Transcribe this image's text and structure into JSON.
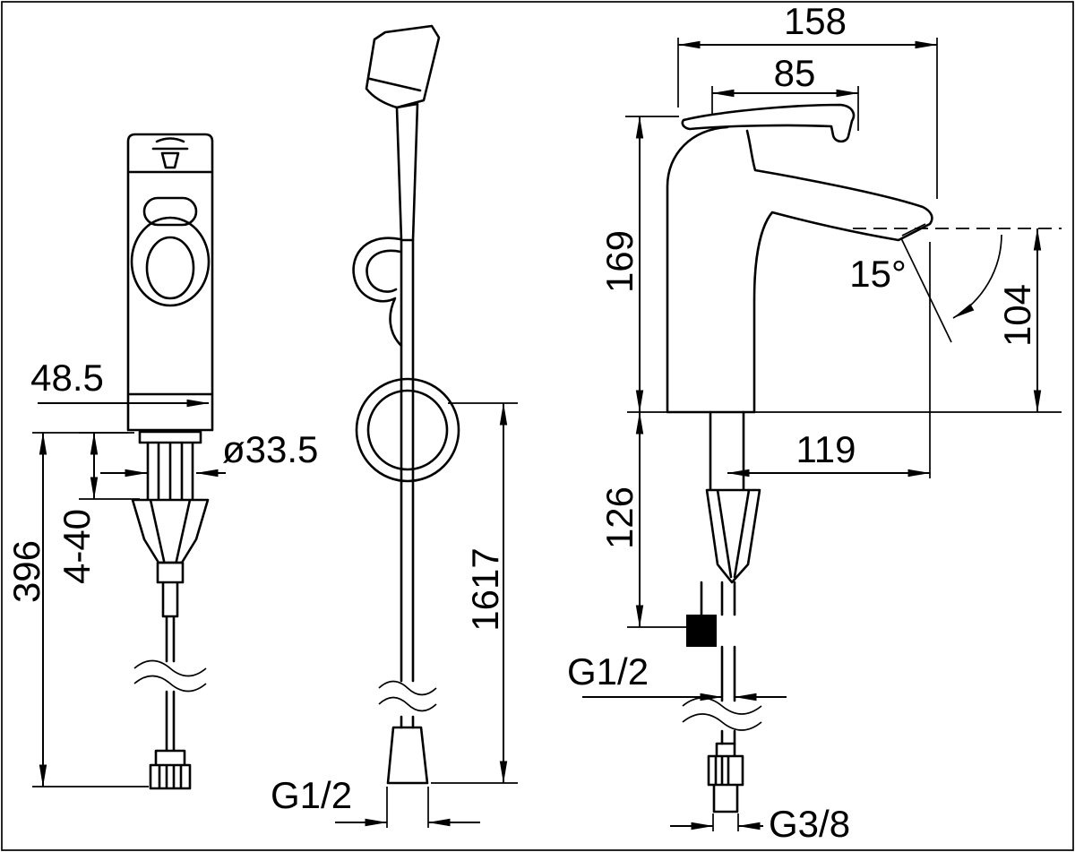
{
  "drawing": {
    "type": "technical-dimension-drawing",
    "subject": "single-lever basin faucet with hand shower",
    "colors": {
      "line": "#000000",
      "background": "#ffffff"
    },
    "views": {
      "front": {
        "dims": {
          "width": "48.5",
          "shank_diameter": "ø33.5",
          "clamping_range": "4-40",
          "hose_length": "396"
        }
      },
      "shower": {
        "dims": {
          "hose_length": "1617",
          "hose_thread": "G1/2"
        }
      },
      "side": {
        "dims": {
          "total_depth": "158",
          "lever_length": "85",
          "body_height": "169",
          "spout_angle": "15°",
          "outlet_height": "104",
          "spout_reach": "119",
          "underdeck_depth": "126",
          "shower_hose_thread": "G1/2",
          "supply_thread": "G3/8"
        }
      }
    }
  }
}
